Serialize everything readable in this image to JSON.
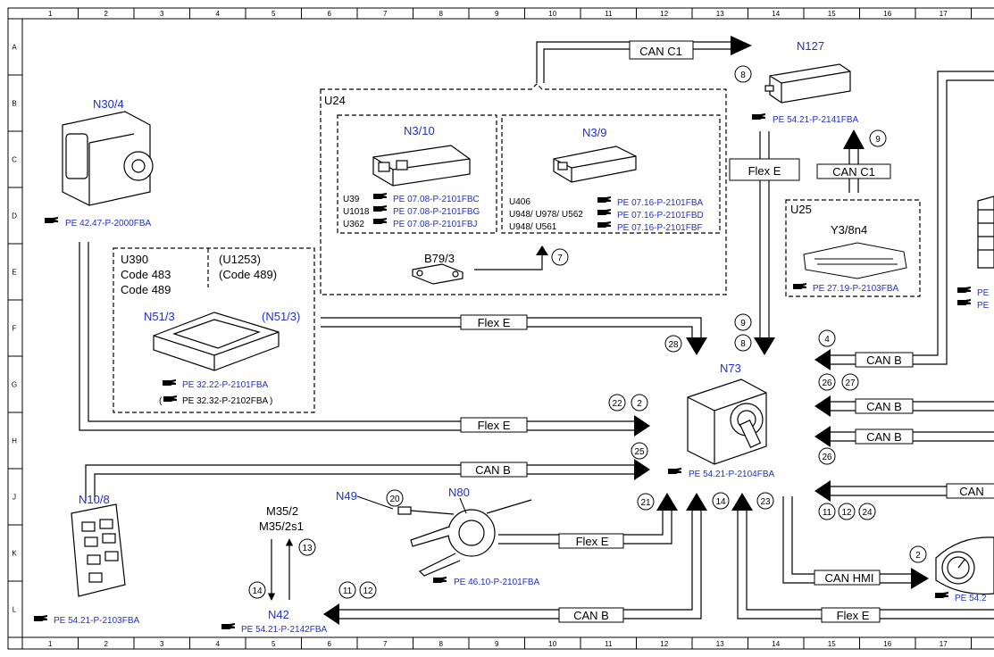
{
  "grid": {
    "columns": [
      "1",
      "2",
      "3",
      "4",
      "5",
      "6",
      "7",
      "8",
      "9",
      "10",
      "11",
      "12",
      "13",
      "14",
      "15",
      "16",
      "17"
    ],
    "rows": [
      "A",
      "B",
      "C",
      "D",
      "E",
      "F",
      "G",
      "H",
      "J",
      "K",
      "L"
    ]
  },
  "components": {
    "n30_4": {
      "name": "N30/4",
      "ref": "PE 42.47-P-2000FBA"
    },
    "n127": {
      "name": "N127",
      "ref": "PE 54.21-P-2141FBA"
    },
    "u24": {
      "name": "U24"
    },
    "n3_10": {
      "name": "N3/10",
      "lines": [
        {
          "code": "U39",
          "ref": "PE 07.08-P-2101FBC"
        },
        {
          "code": "U1018",
          "ref": "PE 07.08-P-2101FBG"
        },
        {
          "code": "U362",
          "ref": "PE 07.08-P-2101FBJ"
        }
      ]
    },
    "n3_9": {
      "name": "N3/9",
      "lines": [
        {
          "code": "U406",
          "ref": "PE 07.16-P-2101FBA"
        },
        {
          "code": "U948/ U978/ U562",
          "ref": "PE 07.16-P-2101FBD"
        },
        {
          "code": "U948/ U561",
          "ref": "PE 07.16-P-2101FBF"
        }
      ]
    },
    "b79_3": {
      "name": "B79/3"
    },
    "u25": {
      "name": "U25",
      "part": "Y3/8n4",
      "ref": "PE 27.19-P-2103FBA"
    },
    "u390": {
      "lines": [
        "U390",
        "Code 483",
        "Code 489"
      ]
    },
    "u1253": {
      "lines": [
        "(U1253)",
        "(Code 489)"
      ]
    },
    "n51_3": {
      "name": "N51/3",
      "alt_name": "(N51/3)",
      "ref": "PE 32.22-P-2101FBA",
      "ref2": "PE 32.32-P-2102FBA"
    },
    "n73": {
      "name": "N73",
      "ref": "PE 54.21-P-2104FBA"
    },
    "n10_8": {
      "name": "N10/8",
      "ref": "PE 54.21-P-2103FBA"
    },
    "n49": {
      "name": "N49"
    },
    "n80": {
      "name": "N80",
      "ref": "PE 46.10-P-2101FBA"
    },
    "m35": {
      "lines": [
        "M35/2",
        "M35/2s1"
      ]
    },
    "n42": {
      "name": "N42",
      "ref": "PE 54.21-P-2142FBA"
    },
    "cluster": {
      "ref": "PE 54.2"
    },
    "right_edge": {
      "refs": [
        "PE",
        "PE"
      ]
    }
  },
  "buses": {
    "can_c1_top": "CAN C1",
    "can_c1_mid": "CAN C1",
    "flex_e_vertical": "Flex E",
    "flex_e_u24": "Flex E",
    "flex_e_n30": "Flex E",
    "can_b_n10": "CAN B",
    "flex_e_n80": "Flex E",
    "can_b_bottom": "CAN B",
    "can_b_r1": "CAN B",
    "can_b_r2": "CAN B",
    "can_b_r3": "CAN B",
    "can_r4": "CAN",
    "can_hmi": "CAN HMI",
    "flex_e_bottom": "Flex E"
  },
  "markers": {
    "m8_top": "8",
    "m9_top": "9",
    "m7": "7",
    "m9_mid": "9",
    "m8_mid": "8",
    "m28": "28",
    "m22": "22",
    "m2_left": "2",
    "m25": "25",
    "m4": "4",
    "m26_top": "26",
    "m27": "27",
    "m26_bot": "26",
    "m21": "21",
    "m14_n73": "14",
    "m23": "23",
    "m11_r": "11",
    "m12_r": "12",
    "m24": "24",
    "m2_r": "2",
    "m20": "20",
    "m13": "13",
    "m14_m35": "14",
    "m11_l": "11",
    "m12_l": "12"
  }
}
